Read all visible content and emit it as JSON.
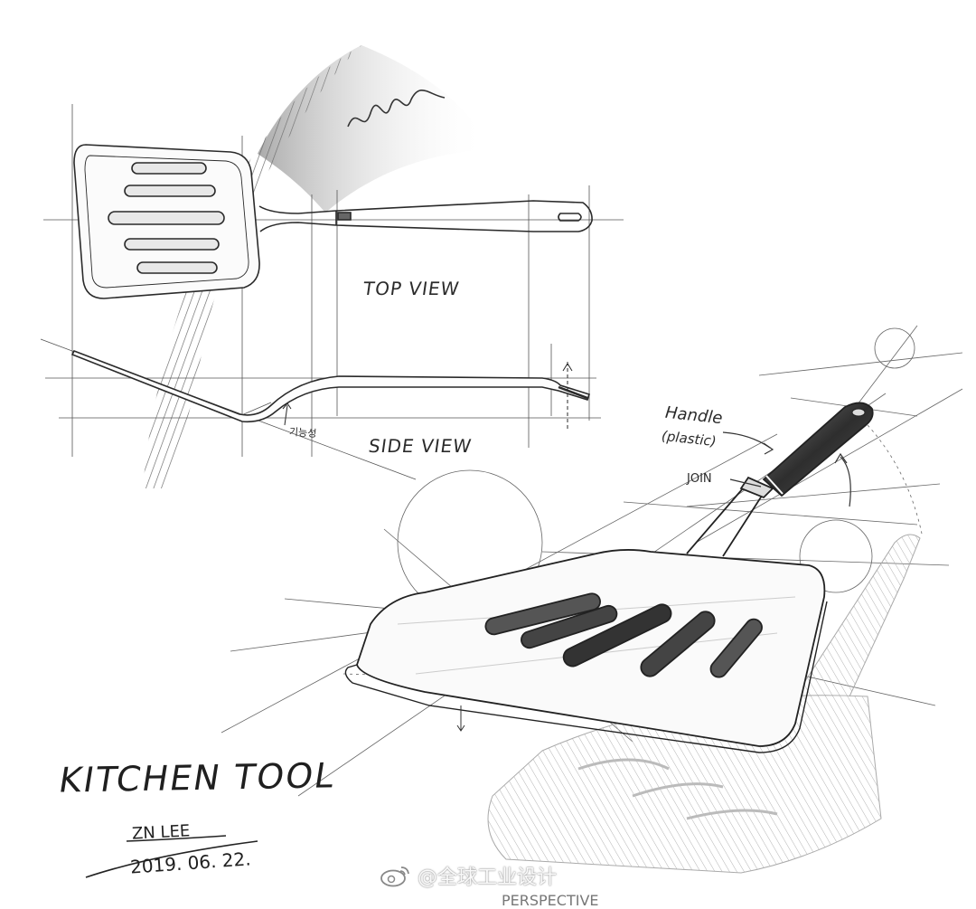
{
  "labels": {
    "top_view": "TOP VIEW",
    "side_view": "SIDE VIEW",
    "handle": "Handle",
    "handle_material": "(plastic)",
    "join": "JOIN",
    "korean_note": "기능성",
    "title": "KITCHEN TOOL",
    "signature": "ZN LEE",
    "date": "2019. 06. 22.",
    "perspective_cut": "PERSPECTIVE"
  },
  "watermark": {
    "text": "@全球工业设计",
    "icon": "weibo-icon"
  },
  "colors": {
    "ink": "#2a2a2a",
    "paper": "#ffffff",
    "handle_fill": "#3a3a3a"
  }
}
